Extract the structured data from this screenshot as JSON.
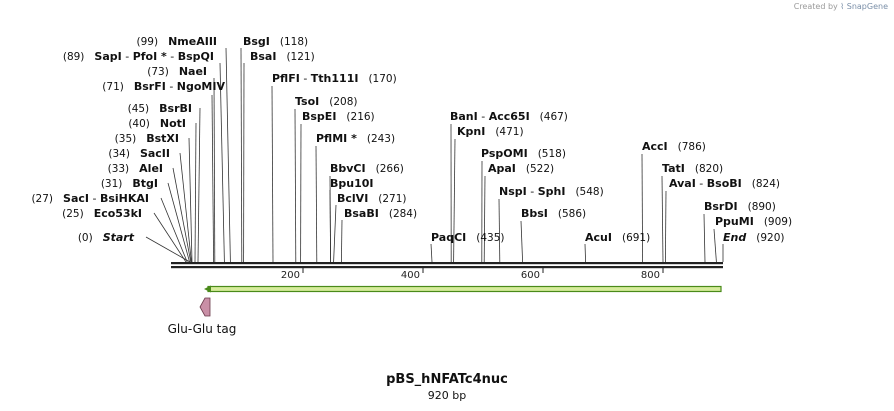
{
  "credit": {
    "prefix": "Created by",
    "brand": "SnapGene"
  },
  "plasmid": {
    "name": "pBS_hNFATc4nuc",
    "length_label": "920 bp",
    "length": 920
  },
  "ruler": {
    "ticks": [
      200,
      400,
      600,
      800
    ]
  },
  "colors": {
    "backbone": "#222222",
    "orf_fill": "#d6ec9b",
    "orf_edge": "#4a8a1a",
    "feature_fill": "#c98fa6",
    "feature_edge": "#6a3a4a",
    "leader": "#333333"
  },
  "sites": [
    {
      "id": "start",
      "pos": 0,
      "names": [
        "Start"
      ],
      "pos_label": "(0)",
      "italic": true
    },
    {
      "id": "eco53ki",
      "pos": 25,
      "names": [
        "Eco53kI"
      ],
      "pos_label": "(25)"
    },
    {
      "id": "saci",
      "pos": 27,
      "names": [
        "SacI",
        "BsiHKAI"
      ],
      "pos_label": "(27)"
    },
    {
      "id": "btgi",
      "pos": 31,
      "names": [
        "BtgI"
      ],
      "pos_label": "(31)"
    },
    {
      "id": "alei",
      "pos": 33,
      "names": [
        "AleI"
      ],
      "pos_label": "(33)"
    },
    {
      "id": "sacii",
      "pos": 34,
      "names": [
        "SacII"
      ],
      "pos_label": "(34)"
    },
    {
      "id": "bstxi",
      "pos": 35,
      "names": [
        "BstXI"
      ],
      "pos_label": "(35)"
    },
    {
      "id": "noti",
      "pos": 40,
      "names": [
        "NotI"
      ],
      "pos_label": "(40)"
    },
    {
      "id": "bsrbi",
      "pos": 45,
      "names": [
        "BsrBI"
      ],
      "pos_label": "(45)"
    },
    {
      "id": "bsrfi",
      "pos": 71,
      "names": [
        "BsrFI",
        "NgoMIV"
      ],
      "pos_label": "(71)"
    },
    {
      "id": "naei",
      "pos": 73,
      "names": [
        "NaeI"
      ],
      "pos_label": "(73)"
    },
    {
      "id": "sapi",
      "pos": 89,
      "names": [
        "SapI",
        "PfoI *",
        "BspQI"
      ],
      "pos_label": "(89)"
    },
    {
      "id": "nmeaiii",
      "pos": 99,
      "names": [
        "NmeAIII"
      ],
      "pos_label": "(99)"
    },
    {
      "id": "bsgi",
      "pos": 118,
      "names": [
        "BsgI"
      ],
      "pos_label": "(118)"
    },
    {
      "id": "bsai",
      "pos": 121,
      "names": [
        "BsaI"
      ],
      "pos_label": "(121)"
    },
    {
      "id": "pflfi",
      "pos": 170,
      "names": [
        "PflFI",
        "Tth111I"
      ],
      "pos_label": "(170)"
    },
    {
      "id": "tsoi",
      "pos": 208,
      "names": [
        "TsoI"
      ],
      "pos_label": "(208)"
    },
    {
      "id": "bspei",
      "pos": 216,
      "names": [
        "BspEI"
      ],
      "pos_label": "(216)"
    },
    {
      "id": "pflmi",
      "pos": 243,
      "names": [
        "PflMI *"
      ],
      "pos_label": "(243)"
    },
    {
      "id": "bbvci",
      "pos": 266,
      "names": [
        "BbvCI"
      ],
      "pos_label": "(266)"
    },
    {
      "id": "bpu10i",
      "pos": 266,
      "names": [
        "Bpu10I"
      ],
      "pos_label": ""
    },
    {
      "id": "bclvi",
      "pos": 271,
      "names": [
        "BclVI"
      ],
      "pos_label": "(271)"
    },
    {
      "id": "bsabi",
      "pos": 284,
      "names": [
        "BsaBI"
      ],
      "pos_label": "(284)"
    },
    {
      "id": "paqci",
      "pos": 435,
      "names": [
        "PaqCI"
      ],
      "pos_label": "(435)"
    },
    {
      "id": "bani",
      "pos": 467,
      "names": [
        "BanI",
        "Acc65I"
      ],
      "pos_label": "(467)"
    },
    {
      "id": "kpni",
      "pos": 471,
      "names": [
        "KpnI"
      ],
      "pos_label": "(471)"
    },
    {
      "id": "pspomi",
      "pos": 518,
      "names": [
        "PspOMI"
      ],
      "pos_label": "(518)"
    },
    {
      "id": "apai",
      "pos": 522,
      "names": [
        "ApaI"
      ],
      "pos_label": "(522)"
    },
    {
      "id": "nspi",
      "pos": 548,
      "names": [
        "NspI",
        "SphI"
      ],
      "pos_label": "(548)"
    },
    {
      "id": "bbsi",
      "pos": 586,
      "names": [
        "BbsI"
      ],
      "pos_label": "(586)"
    },
    {
      "id": "acui",
      "pos": 691,
      "names": [
        "AcuI"
      ],
      "pos_label": "(691)"
    },
    {
      "id": "acci",
      "pos": 786,
      "names": [
        "AccI"
      ],
      "pos_label": "(786)"
    },
    {
      "id": "tati",
      "pos": 820,
      "names": [
        "TatI"
      ],
      "pos_label": "(820)"
    },
    {
      "id": "avai",
      "pos": 824,
      "names": [
        "AvaI",
        "BsoBI"
      ],
      "pos_label": "(824)"
    },
    {
      "id": "bsrdi",
      "pos": 890,
      "names": [
        "BsrDI"
      ],
      "pos_label": "(890)"
    },
    {
      "id": "ppumi",
      "pos": 909,
      "names": [
        "PpuMI"
      ],
      "pos_label": "(909)"
    },
    {
      "id": "end",
      "pos": 920,
      "names": [
        "End"
      ],
      "pos_label": "(920)",
      "italic": true
    }
  ],
  "features": [
    {
      "id": "orf",
      "type": "arrow-left",
      "start": 50,
      "end": 920,
      "label": ""
    },
    {
      "id": "glu-glu-tag",
      "type": "tag-left",
      "start": 50,
      "end": 68,
      "label": "Glu-Glu tag"
    }
  ]
}
